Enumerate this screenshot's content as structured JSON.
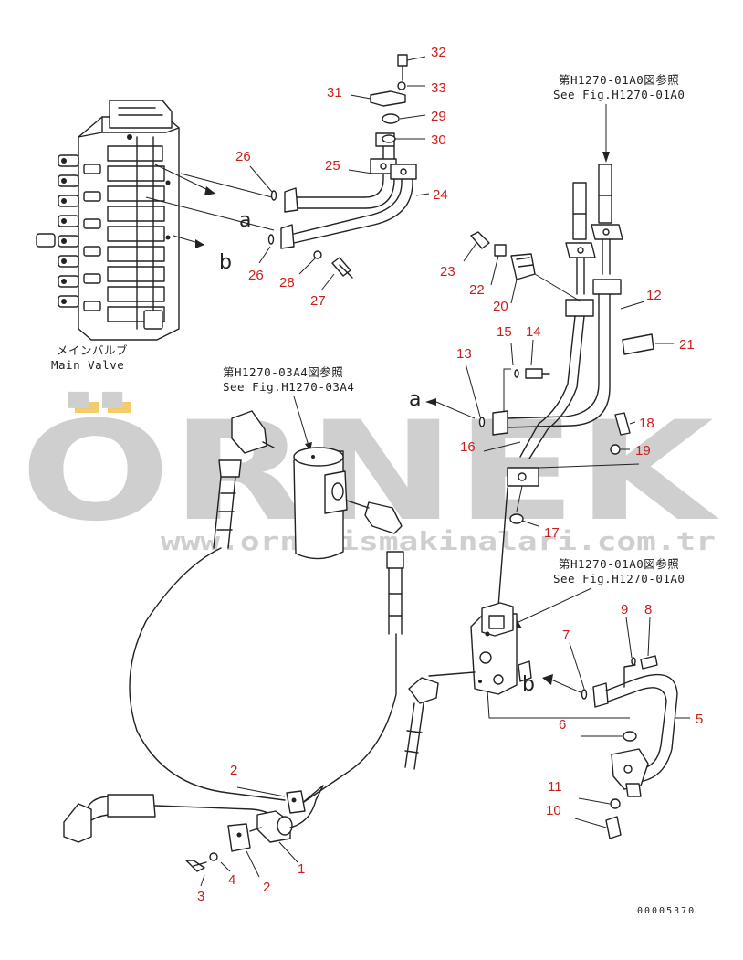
{
  "watermark": {
    "brand": "ÖRNEK",
    "url": "www.ornekismakinalari.com.tr",
    "color": "#cfcfcf",
    "accent": "#f3cc6c"
  },
  "labels": {
    "main_valve_jp": "メインバルブ",
    "main_valve_en": "Main Valve",
    "see_fig_top_jp": "第H1270-01A0図参照",
    "see_fig_top_en": "See Fig.H1270-01A0",
    "see_fig_mid_jp": "第H1270-03A4図参照",
    "see_fig_mid_en": "See Fig.H1270-03A4",
    "see_fig_low_jp": "第H1270-01A0図参照",
    "see_fig_low_en": "See Fig.H1270-01A0",
    "letter_a": "a",
    "letter_b": "b",
    "drawing_code": "00005370"
  },
  "callouts": {
    "c32": "32",
    "c33": "33",
    "c31": "31",
    "c29": "29",
    "c30": "30",
    "c26a": "26",
    "c25": "25",
    "c24": "24",
    "c26b": "26",
    "c28": "28",
    "c27": "27",
    "c23": "23",
    "c22": "22",
    "c20": "20",
    "c12": "12",
    "c21": "21",
    "c15": "15",
    "c14": "14",
    "c13": "13",
    "c16": "16",
    "c18": "18",
    "c19": "19",
    "c17": "17",
    "c9": "9",
    "c8": "8",
    "c7": "7",
    "c5": "5",
    "c6": "6",
    "c11": "11",
    "c10": "10",
    "c2a": "2",
    "c1": "1",
    "c3": "3",
    "c4": "4",
    "c2b": "2"
  },
  "colors": {
    "callout": "#c8201e",
    "ink": "#222222"
  }
}
